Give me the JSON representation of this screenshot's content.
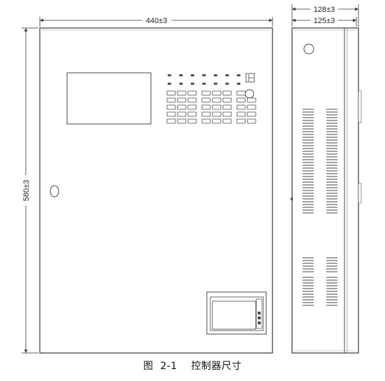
{
  "dimensions": {
    "front_width": "440±3",
    "height": "580±3",
    "side_outer_depth": "128±3",
    "side_inner_depth": "125±3"
  },
  "caption": {
    "figure_label": "图  2-1",
    "title": "控制器尺寸"
  },
  "colors": {
    "line": "#4a4a4a",
    "panel_fill": "#ffffff"
  }
}
